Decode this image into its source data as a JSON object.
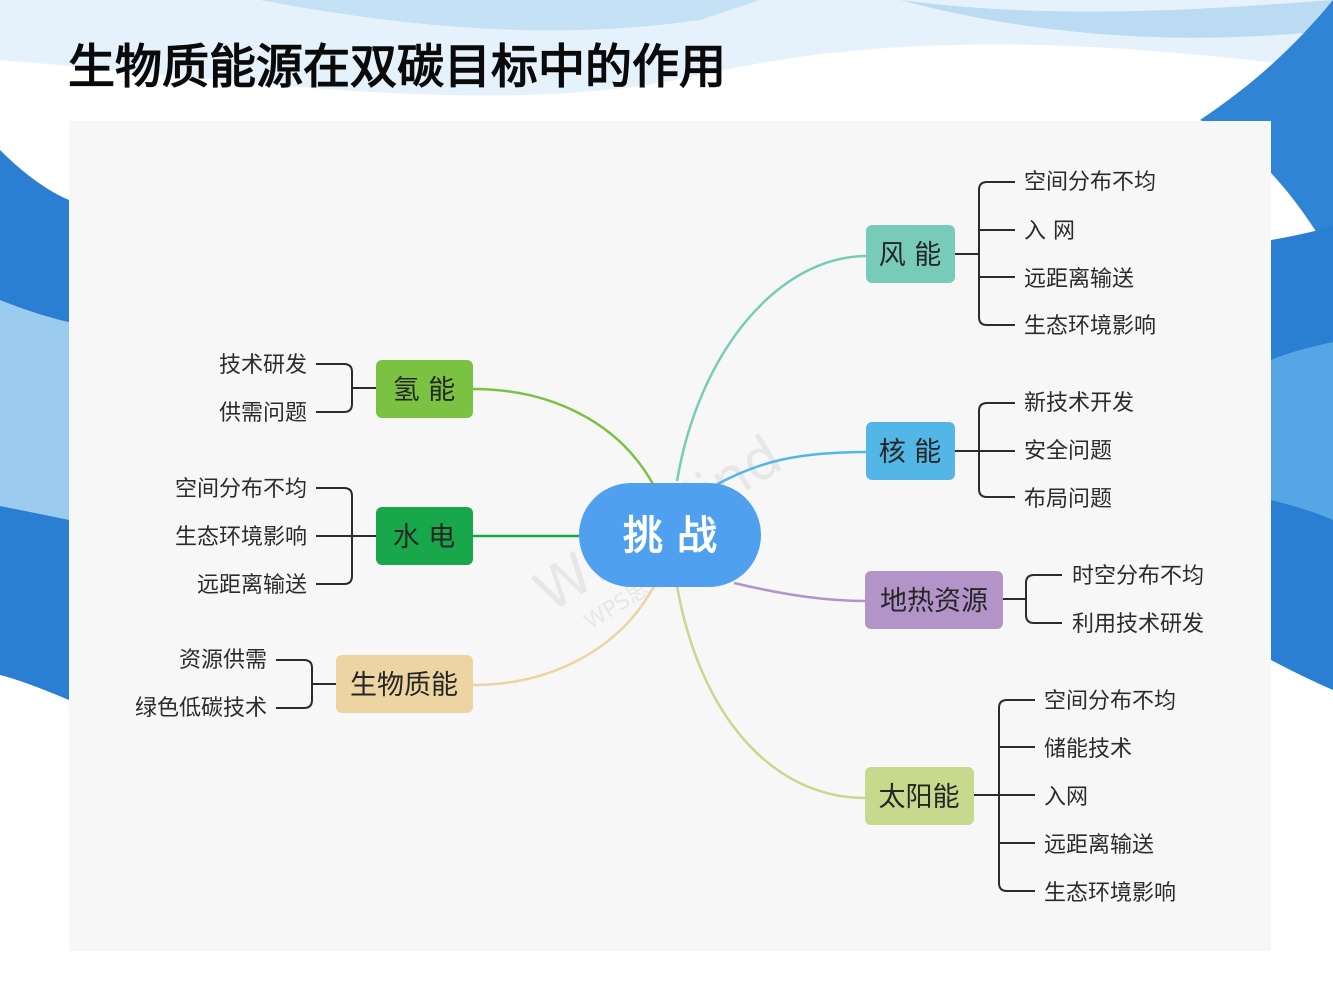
{
  "title": "生物质能源在双碳目标中的作用",
  "watermark": {
    "main": "WPS Mind",
    "sub": "WPS思维导图"
  },
  "colors": {
    "center": "#4fa0ee",
    "wind": "#77cbb8",
    "nuclear": "#53b6e6",
    "geo": "#b394c8",
    "solar": "#c6d98c",
    "hydrogen": "#7cc242",
    "hydro": "#18a84b",
    "biomass": "#ecd5a2"
  },
  "mindmap": {
    "center": "挑 战",
    "branches": {
      "wind": {
        "label": "风 能",
        "leaves": [
          "空间分布不均",
          "入  网",
          "远距离输送",
          "生态环境影响"
        ]
      },
      "nuclear": {
        "label": "核 能",
        "leaves": [
          "新技术开发",
          "安全问题",
          "布局问题"
        ]
      },
      "geo": {
        "label": "地热资源",
        "leaves": [
          "时空分布不均",
          "利用技术研发"
        ]
      },
      "solar": {
        "label": "太阳能",
        "leaves": [
          "空间分布不均",
          "储能技术",
          "入网",
          "远距离输送",
          "生态环境影响"
        ]
      },
      "hydrogen": {
        "label": "氢 能",
        "leaves": [
          "技术研发",
          "供需问题"
        ]
      },
      "hydro": {
        "label": "水 电",
        "leaves": [
          "空间分布不均",
          "生态环境影响",
          "远距离输送"
        ]
      },
      "biomass": {
        "label": "生物质能",
        "leaves": [
          "资源供需",
          "绿色低碳技术"
        ]
      }
    }
  }
}
